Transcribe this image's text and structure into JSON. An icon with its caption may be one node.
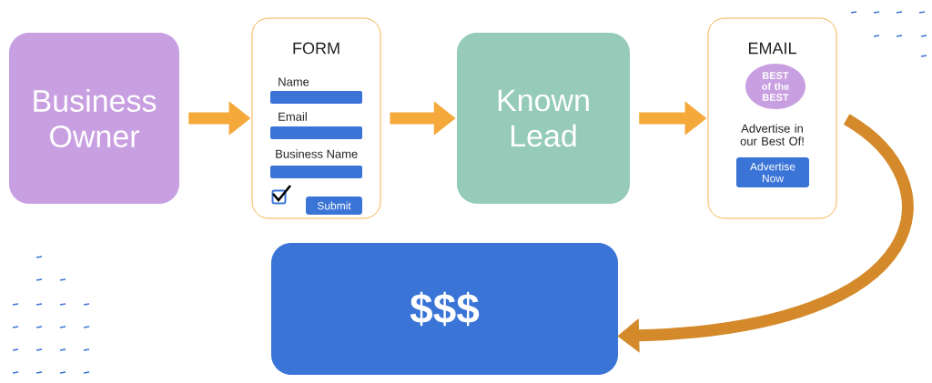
{
  "diagram": {
    "nodes": [
      {
        "text": [
          "Business Owner"
        ]
      },
      {
        "text": [
          "FORM",
          "Name",
          "Email",
          "Business Name"
        ]
      },
      {
        "text": [],
        "shape": "bar",
        "in": 1
      },
      {
        "text": [],
        "shape": "bar",
        "in": 1
      },
      {
        "text": [],
        "shape": "bar",
        "in": 1
      },
      {
        "text": [],
        "shape": "box",
        "in": 1
      },
      {
        "text": [
          "Submit"
        ],
        "in": 1
      },
      {
        "text": [
          "Known Lead"
        ]
      },
      {
        "text": [
          "EMAIL",
          "Advertise in our Best Of!"
        ]
      },
      {
        "text": [
          "BEST of the BEST"
        ],
        "in": 8
      },
      {
        "text": [
          "Advertise Now"
        ],
        "in": 8
      },
      {
        "text": [
          "$$$"
        ]
      }
    ],
    "edges": [
      {
        "from": 0,
        "to": 1,
        "arrow": "to"
      },
      {
        "from": 1,
        "to": 7,
        "arrow": "to"
      },
      {
        "from": 7,
        "to": 8,
        "arrow": "to"
      },
      {
        "from": 8,
        "to": 11,
        "arrow": "to",
        "color": "#d48a2a"
      }
    ]
  }
}
